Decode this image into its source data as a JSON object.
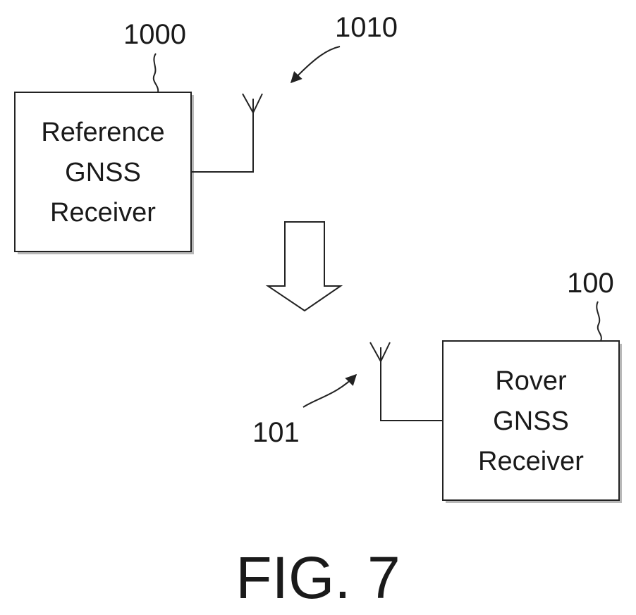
{
  "reference_receiver": {
    "ref_number": "1000",
    "lines": [
      "Reference",
      "GNSS",
      "Receiver"
    ]
  },
  "reference_antenna": {
    "ref_number": "1010"
  },
  "rover_receiver": {
    "ref_number": "100",
    "lines": [
      "Rover",
      "GNSS",
      "Receiver"
    ]
  },
  "rover_antenna": {
    "ref_number": "101"
  },
  "figure": {
    "label": "FIG. 7"
  }
}
